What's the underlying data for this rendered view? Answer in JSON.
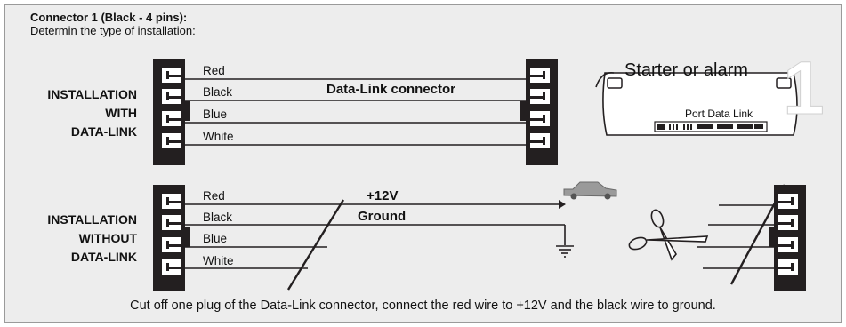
{
  "header": {
    "title": "Connector 1 (Black - 4 pins):",
    "subtitle": "Determin the type of installation:"
  },
  "with_datalink": {
    "label_lines": [
      "INSTALLATION",
      "WITH",
      "DATA-LINK"
    ],
    "wires": [
      "Red",
      "Black",
      "Blue",
      "White"
    ],
    "connector_label": "Data-Link connector"
  },
  "module": {
    "label": "Starter or alarm",
    "number": "1",
    "port_label": "Port Data Link"
  },
  "without_datalink": {
    "label_lines": [
      "INSTALLATION",
      "WITHOUT",
      "DATA-LINK"
    ],
    "wires": [
      "Red",
      "Black",
      "Blue",
      "White"
    ],
    "power_label": "+12V",
    "ground_label": "Ground"
  },
  "footer": {
    "note": "Cut off one plug of the Data-Link connector, connect the red wire to +12V and the black wire to ground."
  }
}
